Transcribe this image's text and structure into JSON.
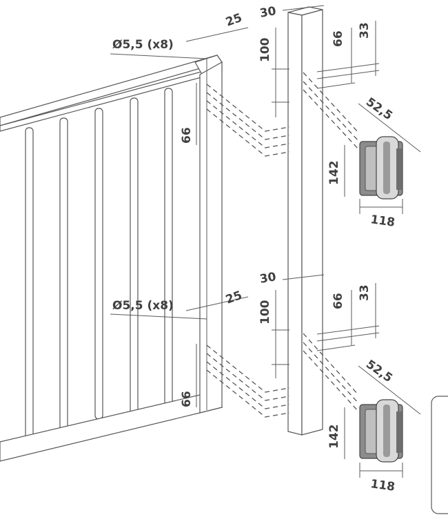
{
  "diagram": {
    "labels": {
      "hole_top": "Ø5,5 (x8)",
      "hole_bottom": "Ø5,5 (x8)",
      "post_width_top": "30",
      "post_width_bottom": "30",
      "gate_frame_top": "25",
      "gate_frame_bottom": "25",
      "post_spacing_top": "100",
      "post_spacing_bottom": "100",
      "hinge_offset_a_top": "66",
      "hinge_offset_b_top": "33",
      "hinge_offset_a_bottom": "66",
      "hinge_offset_b_bottom": "33",
      "gate_hole_spacing_top": "66",
      "gate_hole_spacing_bottom": "66",
      "hinge_depth_top": "52,5",
      "hinge_depth_bottom": "52,5",
      "hinge_height_top": "142",
      "hinge_height_bottom": "142",
      "hinge_width_top": "118",
      "hinge_width_bottom": "118"
    },
    "colors": {
      "line": "#595959",
      "hinge_metal": "#8c8c8c",
      "hinge_highlight": "#d9d9d9"
    }
  }
}
